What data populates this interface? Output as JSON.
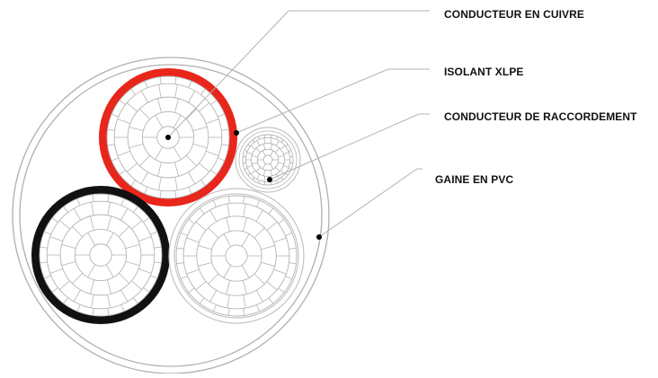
{
  "labels": {
    "conductor": "CONDUCTEUR EN CUIVRE",
    "insulation": "ISOLANT XLPE",
    "drain": "CONDUCTEUR DE RACCORDEMENT",
    "sheath": "GAINE EN PVC"
  },
  "colors": {
    "phase_red": "#e8261c",
    "phase_black": "#111111",
    "phase_grey": "#c4c4c4",
    "wire_stroke": "#b4b4b4",
    "sheath_stroke": "#b0b0b0",
    "leader": "#b3b3b3",
    "dot": "#000000"
  }
}
